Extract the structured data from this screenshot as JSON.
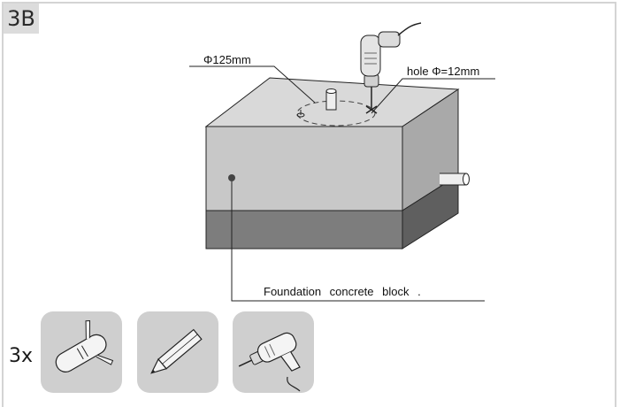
{
  "step": {
    "label": "3B"
  },
  "callouts": {
    "diameter": "Φ125mm",
    "hole": "hole Φ=12mm",
    "block": "Foundation concrete block ."
  },
  "tools": {
    "quantity": "3x",
    "items": [
      "wall-plug-anchor",
      "pencil",
      "electric-drill"
    ]
  },
  "colors": {
    "block_top": "#d9d9d9",
    "block_front": "#c8c8c8",
    "block_side": "#a9a9a9",
    "block_base_front": "#7d7d7d",
    "block_base_side": "#5f5f5f",
    "tile": "#cfcfcf"
  }
}
